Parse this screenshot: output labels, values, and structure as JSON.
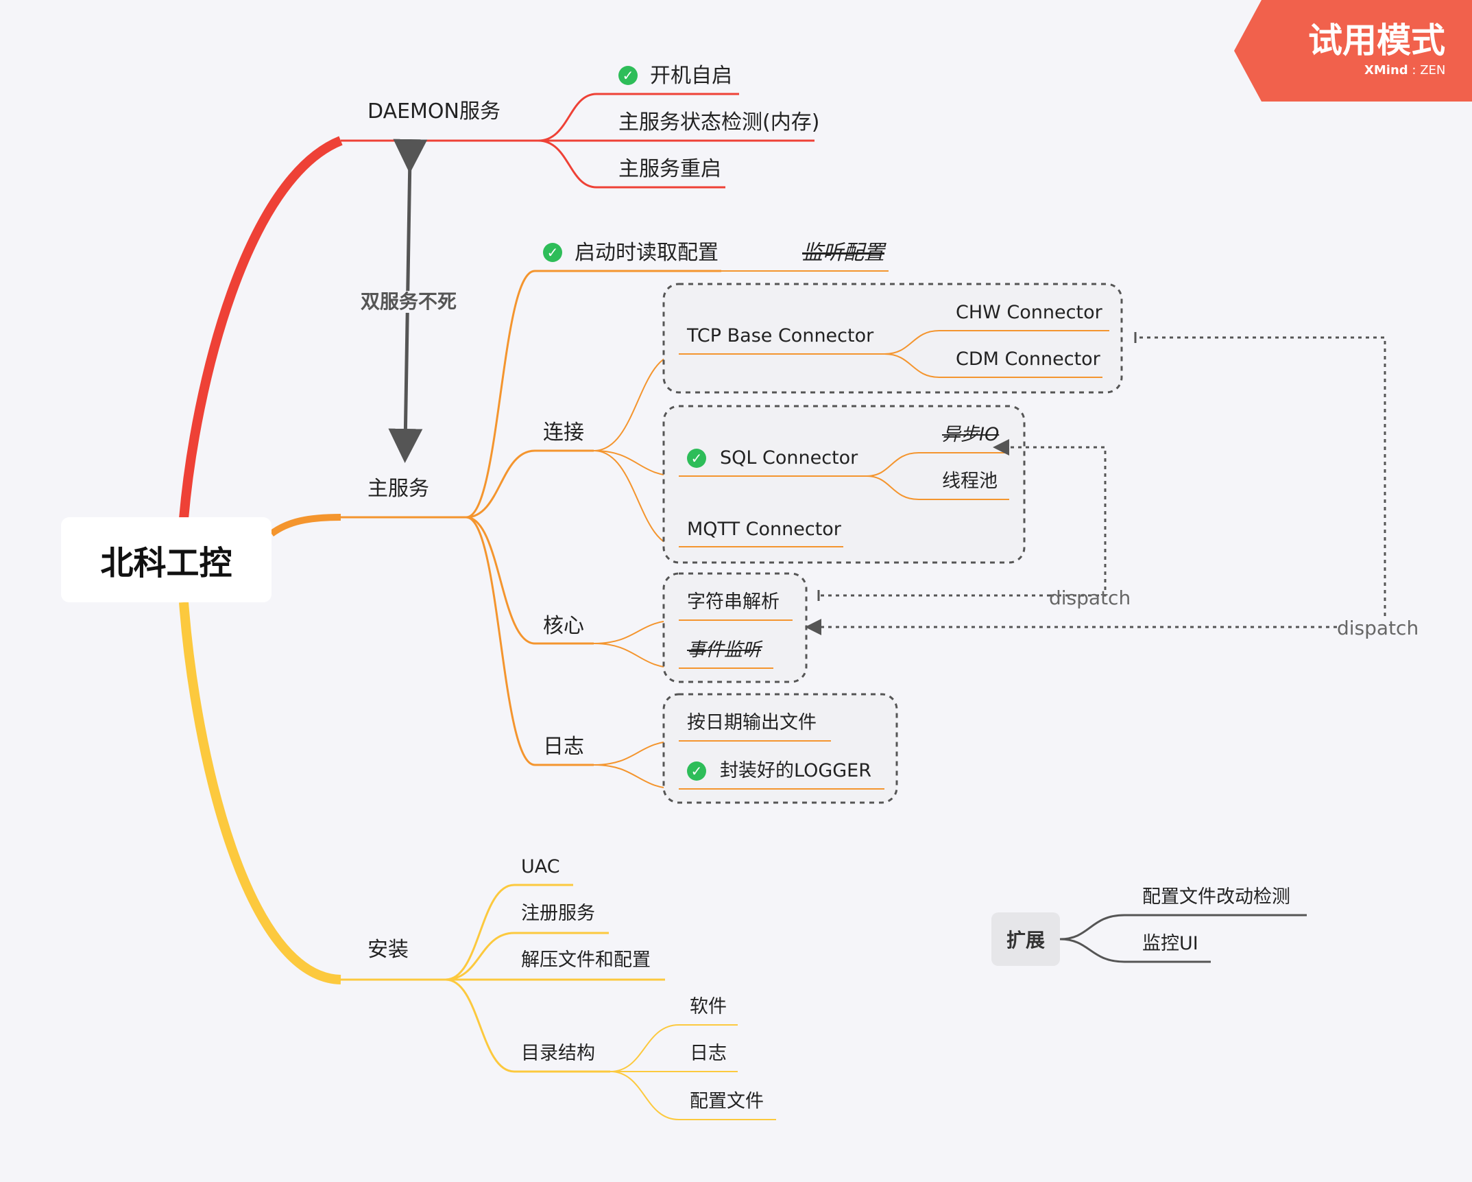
{
  "central": "北科工控",
  "trial_badge": {
    "title": "试用模式",
    "brand": "XMind",
    "edition": "ZEN"
  },
  "relationship_label": "双服务不死",
  "daemon": {
    "title": "DAEMON服务",
    "items": [
      "开机自启",
      "主服务状态检测(内存)",
      "主服务重启"
    ]
  },
  "main_service": {
    "title": "主服务",
    "config": {
      "label": "启动时读取配置",
      "note": "监听配置"
    },
    "connection": {
      "title": "连接",
      "tcp": {
        "label": "TCP Base Connector",
        "children": [
          "CHW Connector",
          "CDM Connector"
        ]
      },
      "sql": {
        "label": "SQL Connector",
        "children": [
          "异步IO",
          "线程池"
        ]
      },
      "mqtt": "MQTT Connector"
    },
    "core": {
      "title": "核心",
      "items": [
        "字符串解析",
        "事件监听"
      ]
    },
    "log": {
      "title": "日志",
      "items": [
        "按日期输出文件",
        "封装好的LOGGER"
      ]
    }
  },
  "dispatch_labels": [
    "dispatch",
    "dispatch"
  ],
  "install": {
    "title": "安装",
    "items": [
      "UAC",
      "注册服务",
      "解压文件和配置"
    ],
    "dir": {
      "title": "目录结构",
      "items": [
        "软件",
        "日志",
        "配置文件"
      ]
    }
  },
  "extension": {
    "title": "扩展",
    "items": [
      "配置文件改动检测",
      "监控UI"
    ]
  },
  "colors": {
    "red": "#ee4136",
    "orange": "#f4952e",
    "yellow": "#fcc93e",
    "gray": "#555555",
    "check": "#2ebd59",
    "badge": "#f1614c",
    "background": "#f5f5f9"
  }
}
